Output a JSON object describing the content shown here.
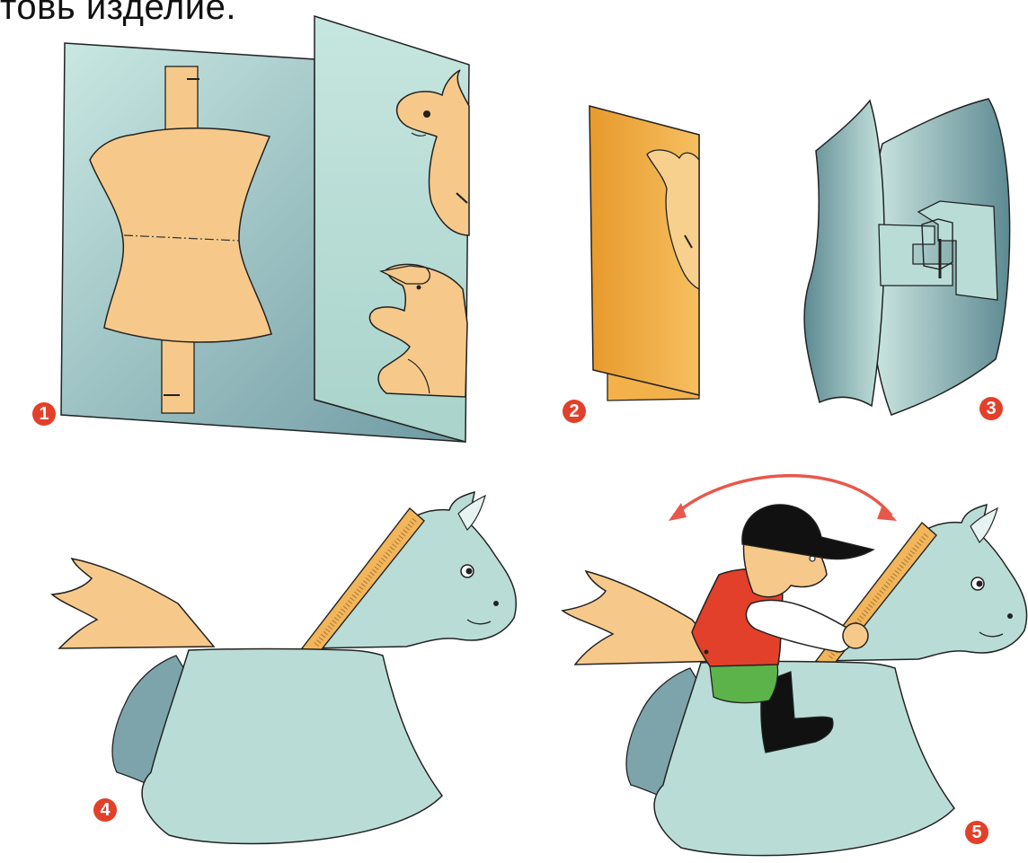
{
  "caption": "товь изделие.",
  "steps": [
    "1",
    "2",
    "3",
    "4",
    "5"
  ],
  "colors": {
    "teal_light": "#b9ddd6",
    "teal_dark": "#6f9aa3",
    "sand": "#f6c98a",
    "orange": "#f0a63a",
    "badge": "#e2402a",
    "red": "#e2402a",
    "green": "#5cb34a",
    "black": "#111111",
    "arrow": "#e8584a"
  }
}
